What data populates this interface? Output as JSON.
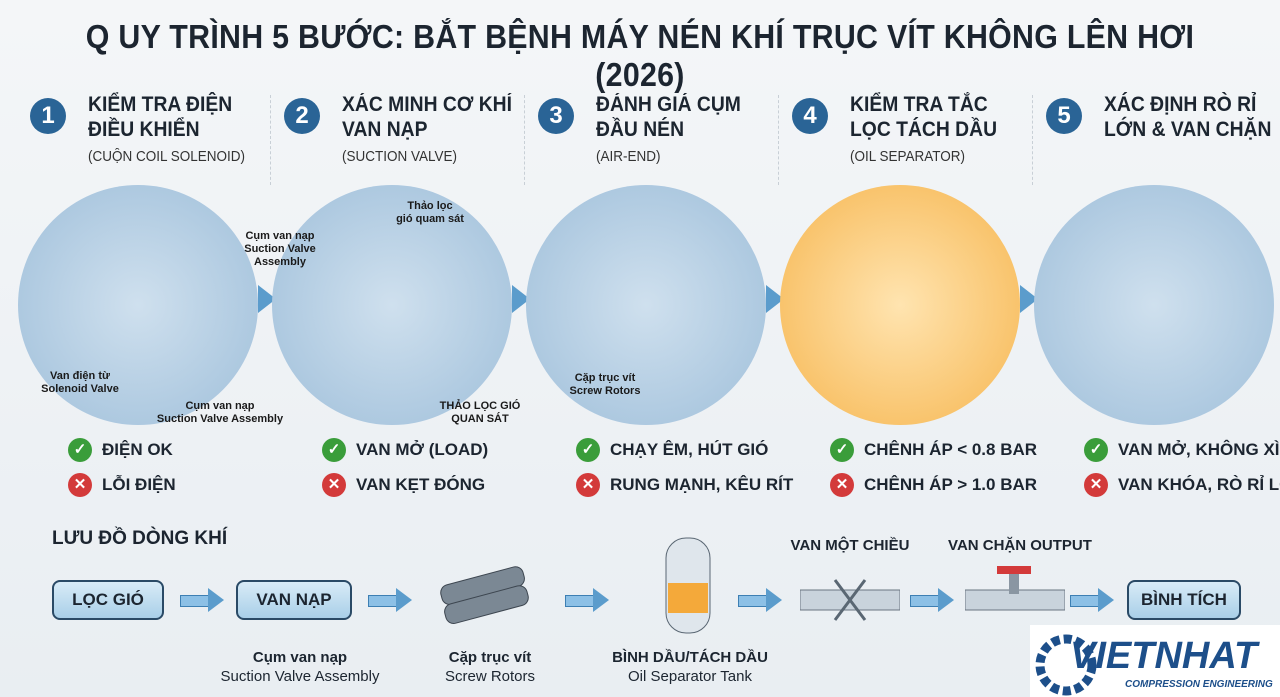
{
  "title": "Q UY TRÌNH 5 BƯỚC: BẮT BỆNH MÁY NÉN KHÍ TRỤC VÍT KHÔNG LÊN HƠI (2026)",
  "steps": [
    {
      "num": "1",
      "title": "KIỂM TRA ĐIỆN ĐIỀU KHIỂN",
      "sub": "(CUỘN COIL SOLENOID)",
      "labels": [
        "Van điện từ\nSolenoid Valve"
      ],
      "ok": "ĐIỆN OK",
      "bad": "LỖI ĐIỆN"
    },
    {
      "num": "2",
      "title": "XÁC MINH CƠ KHÍ VAN NẠP",
      "sub": "(SUCTION VALVE)",
      "labels": [
        "Cụm van nạp\nSuction Valve\nAssembly",
        "Thảo lọc\ngió quam sát",
        "Cụm van nạp\nSuction Valve Assembly",
        "THẢO LỌC GIÓ\nQUAN SÁT"
      ],
      "ok": "VAN MỞ (LOAD)",
      "bad": "VAN KẸT ĐÓNG"
    },
    {
      "num": "3",
      "title": "ĐÁNH GIÁ CỤM ĐẦU NÉN",
      "sub": "(AIR-END)",
      "labels": [
        "Cặp trục vít\nScrew Rotors"
      ],
      "ok": "CHẠY ÊM, HÚT GIÓ",
      "bad": "RUNG MẠNH, KÊU RÍT"
    },
    {
      "num": "4",
      "title": "KIỂM TRA TẮC LỌC TÁCH DẦU",
      "sub": "(OIL SEPARATOR)",
      "labels": [],
      "ok": "CHÊNH ÁP < 0.8 BAR",
      "bad": "CHÊNH ÁP > 1.0 BAR"
    },
    {
      "num": "5",
      "title": "XÁC ĐỊNH RÒ RỈ LỚN & VAN CHẶN",
      "sub": "",
      "labels": [],
      "ok": "VAN MỞ, KHÔNG XÌ",
      "bad": "VAN KHÓA, RÒ RỈ LỚN"
    }
  ],
  "flow": {
    "title": "LƯU ĐỒ DÒNG KHÍ",
    "box1": "LỌC GIÓ",
    "box2": "VAN NẠP",
    "box3": "BÌNH TÍCH",
    "check_valve": "VAN MỘT CHIỀU",
    "stop_valve": "VAN CHẶN OUTPUT",
    "cap1a": "Cụm van nạp",
    "cap1b": "Suction Valve Assembly",
    "cap2a": "Cặp trục vít",
    "cap2b": "Screw Rotors",
    "cap3a": "BÌNH DẦU/TÁCH DẦU",
    "cap3b": "Oil Separator Tank"
  },
  "logo": {
    "name": "VIETNHAT",
    "tagline": "COMPRESSION ENGINEERING"
  },
  "colors": {
    "accent": "#2a6496",
    "ok": "#3a9d3a",
    "bad": "#d33a3a",
    "orange": "#f6b650"
  }
}
